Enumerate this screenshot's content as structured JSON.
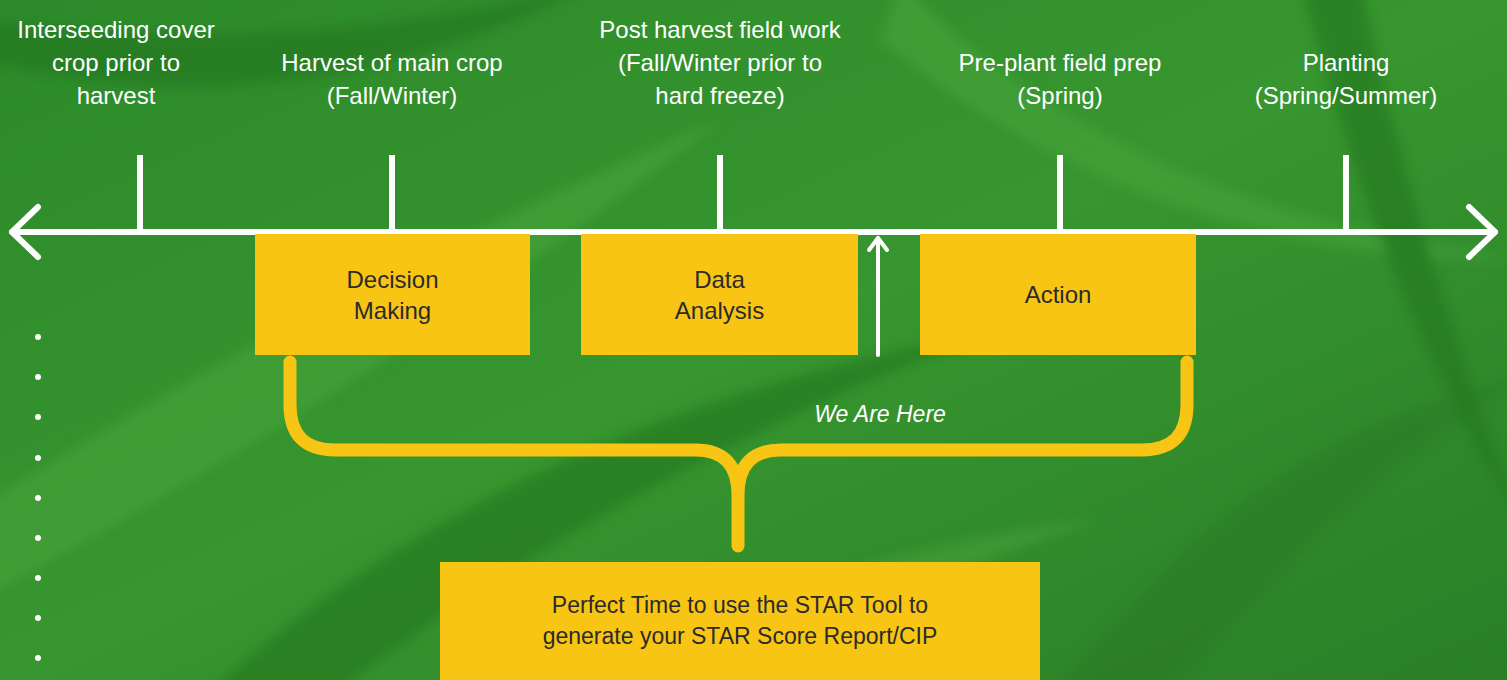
{
  "diagram": {
    "nodes": [
      {
        "text": [
          "Decision Making"
        ]
      },
      {
        "text": [
          "Data Analysis"
        ]
      },
      {
        "text": [
          "Action"
        ]
      },
      {
        "text": [
          "Perfect Time to use the STAR Tool to generate your STAR Score Report/CIP"
        ]
      }
    ],
    "labels": [
      "Interseeding cover crop prior to harvest",
      "Harvest of main crop (Fall/Winter)",
      "Post harvest field work (Fall/Winter prior to hard freeze)",
      "Pre-plant field prep (Spring)",
      "Planting (Spring/Summer)",
      "We Are Here"
    ]
  }
}
